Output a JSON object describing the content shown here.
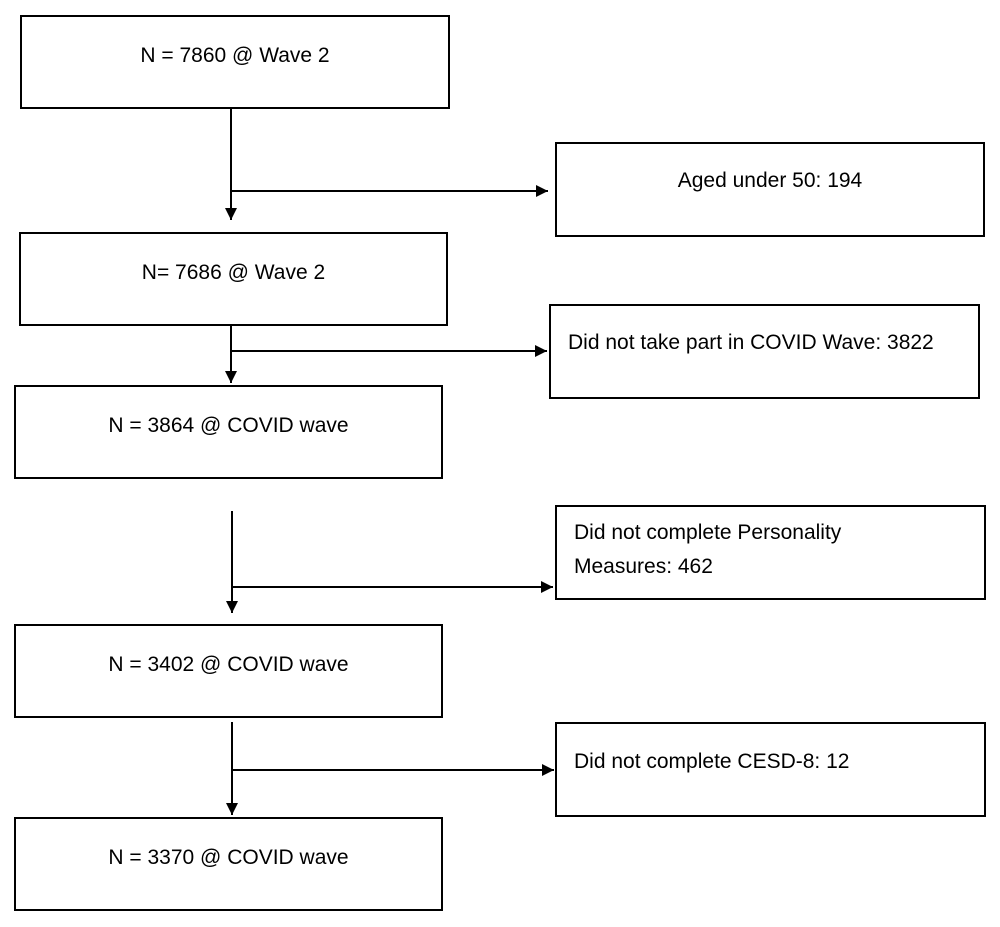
{
  "flow": {
    "main_boxes": [
      {
        "label": "N = 7860 @ Wave 2"
      },
      {
        "label": "N= 7686 @ Wave 2"
      },
      {
        "label": "N = 3864 @ COVID wave"
      },
      {
        "label": "N = 3402 @ COVID wave"
      },
      {
        "label": "N = 3370 @ COVID wave"
      }
    ],
    "exclusion_boxes": [
      {
        "lines": [
          "Aged under 50: 194"
        ]
      },
      {
        "lines": [
          "Did not take part in COVID Wave: 3822"
        ]
      },
      {
        "lines": [
          "Did not complete Personality",
          "Measures: 462"
        ]
      },
      {
        "lines": [
          "Did not complete CESD-8: 12"
        ]
      }
    ]
  }
}
